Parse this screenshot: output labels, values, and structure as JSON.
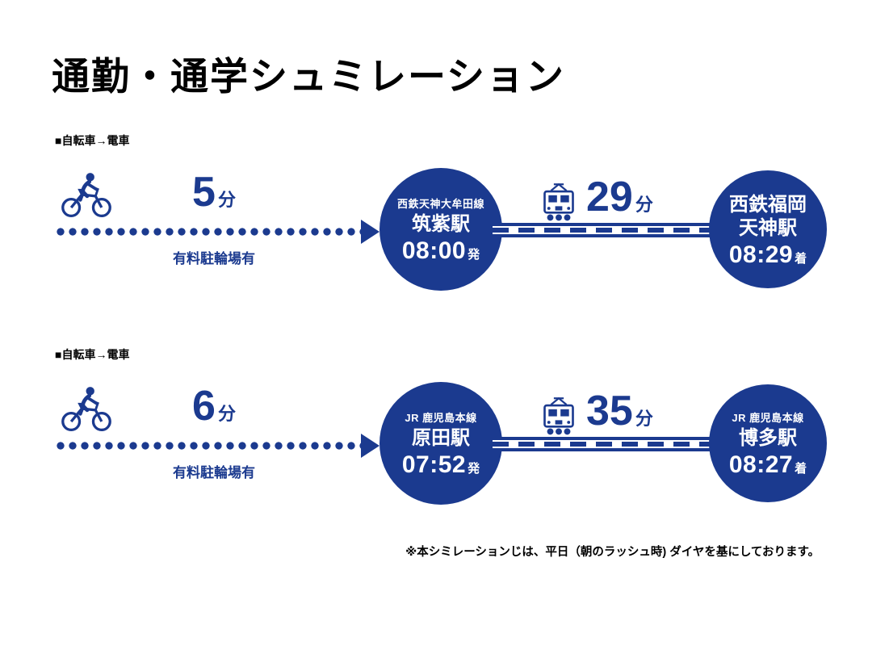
{
  "title": "通勤・通学シュミレーション",
  "colors": {
    "primary": "#1b3a8f",
    "text": "#000000",
    "background": "#ffffff"
  },
  "units": {
    "minutes": "分"
  },
  "rows": [
    {
      "section_label": "■自転車→電車",
      "bike": {
        "minutes": "5",
        "note": "有料駐輪場有"
      },
      "departure": {
        "line": "西鉄天神大牟田線",
        "station": "筑紫駅",
        "time": "08:00",
        "suffix": "発"
      },
      "train": {
        "minutes": "29"
      },
      "arrival": {
        "line": "",
        "station1": "西鉄福岡",
        "station2": "天神駅",
        "time": "08:29",
        "suffix": "着"
      }
    },
    {
      "section_label": "■自転車→電車",
      "bike": {
        "minutes": "6",
        "note": "有料駐輪場有"
      },
      "departure": {
        "line": "JR 鹿児島本線",
        "station": "原田駅",
        "time": "07:52",
        "suffix": "発"
      },
      "train": {
        "minutes": "35"
      },
      "arrival": {
        "line": "JR 鹿児島本線",
        "station1": "博多駅",
        "station2": "",
        "time": "08:27",
        "suffix": "着"
      }
    }
  ],
  "footer_note": "※本シミレーションじは、平日（朝のラッシュ時) ダイヤを基にしております。"
}
